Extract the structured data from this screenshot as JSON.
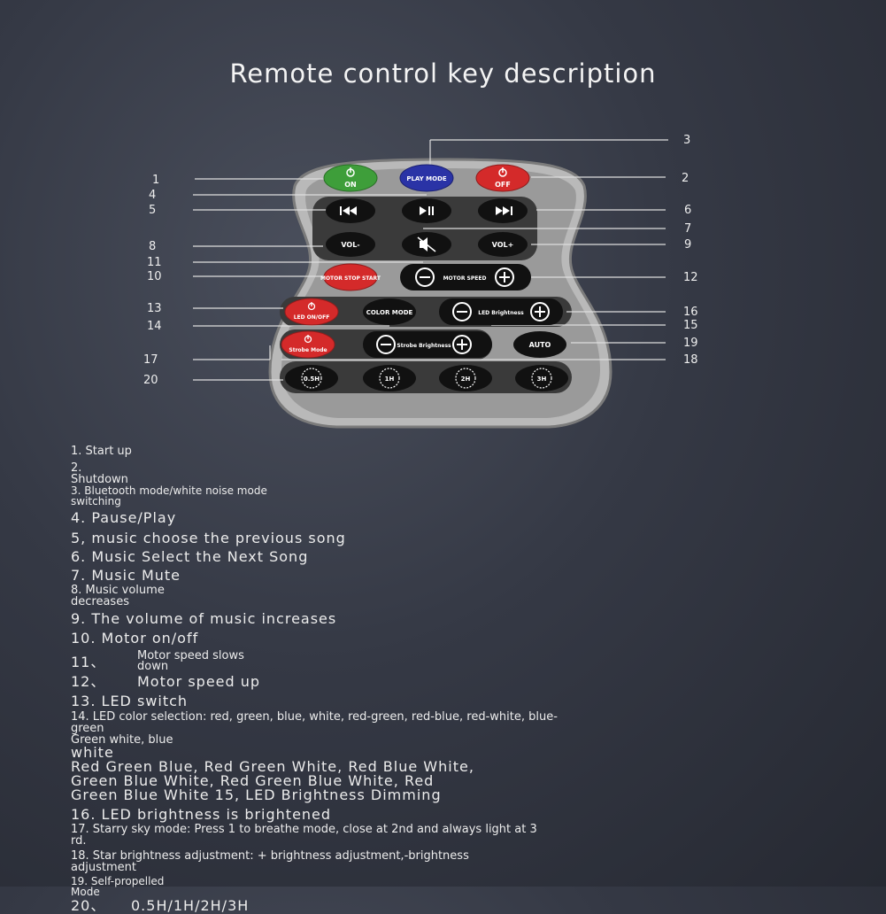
{
  "title": "Remote control key description",
  "callouts": [
    "1",
    "2",
    "3",
    "4",
    "5",
    "6",
    "7",
    "8",
    "9",
    "10",
    "11",
    "12",
    "13",
    "14",
    "15",
    "16",
    "17",
    "18",
    "19",
    "20"
  ],
  "keys": {
    "on_icon": "power-icon",
    "on": "ON",
    "play_mode": "PLAY MODE",
    "off": "OFF",
    "prev": "prev-icon",
    "pause_play": "play-pause-icon",
    "next": "next-icon",
    "vol_minus": "VOL-",
    "mute": "mute-icon",
    "vol_plus": "VOL+",
    "motor_stop_start": "MOTOR STOP START",
    "motor_speed": "MOTOR SPEED",
    "led_onoff": "LED ON/OFF",
    "color_mode": "COLOR MODE",
    "led_brightness": "LED Brightness",
    "strobe_mode": "Strobe Mode",
    "strobe_brightness": "Strobe Brightness",
    "auto": "AUTO",
    "timer_05": "0.5H",
    "timer_1": "1H",
    "timer_2": "2H",
    "timer_3": "3H"
  },
  "colors": {
    "green": "#3e9e3a",
    "blue": "#2a33a6",
    "red": "#d42a2a",
    "black": "#111111",
    "gray": "#8e8e8e",
    "dark": "#3a3a3a"
  },
  "desc": {
    "d1": "1. Start up",
    "d2a": "2.",
    "d2b": "Shutdown",
    "d3a": "3. Bluetooth mode/white noise mode",
    "d3b": "switching",
    "d4": "4. Pause/Play",
    "d5": "5, music choose the previous song",
    "d6": "6. Music Select the Next Song",
    "d7": "7. Music Mute",
    "d8a": "8. Music volume",
    "d8b": "decreases",
    "d9": "9. The volume of music increases",
    "d10": "10. Motor on/off",
    "d11n": "11、",
    "d11a": "Motor speed slows",
    "d11b": "down",
    "d12n": "12、",
    "d12": "Motor speed up",
    "d13": "13. LED switch",
    "d14a": "14. LED color selection: red, green, blue, white, red-green, red-blue, red-white, blue-",
    "d14b": "green",
    "d14c": "Green white, blue",
    "d14d": "white",
    "d14e": "Red Green Blue, Red Green White, Red Blue White,",
    "d14f": "Green Blue White, Red Green Blue White, Red",
    "d14g": "Green Blue White 15, LED Brightness Dimming",
    "d16": "16. LED brightness is brightened",
    "d17a": "17. Starry sky mode: Press 1 to breathe mode, close at 2nd and always light at 3",
    "d17b": "rd.",
    "d18a": "18. Star brightness adjustment: + brightness adjustment,-brightness",
    "d18b": "adjustment",
    "d19a": "19. Self-propelled",
    "d19b": "Mode",
    "d20n": "20、",
    "d20": "0.5H/1H/2H/3H"
  }
}
